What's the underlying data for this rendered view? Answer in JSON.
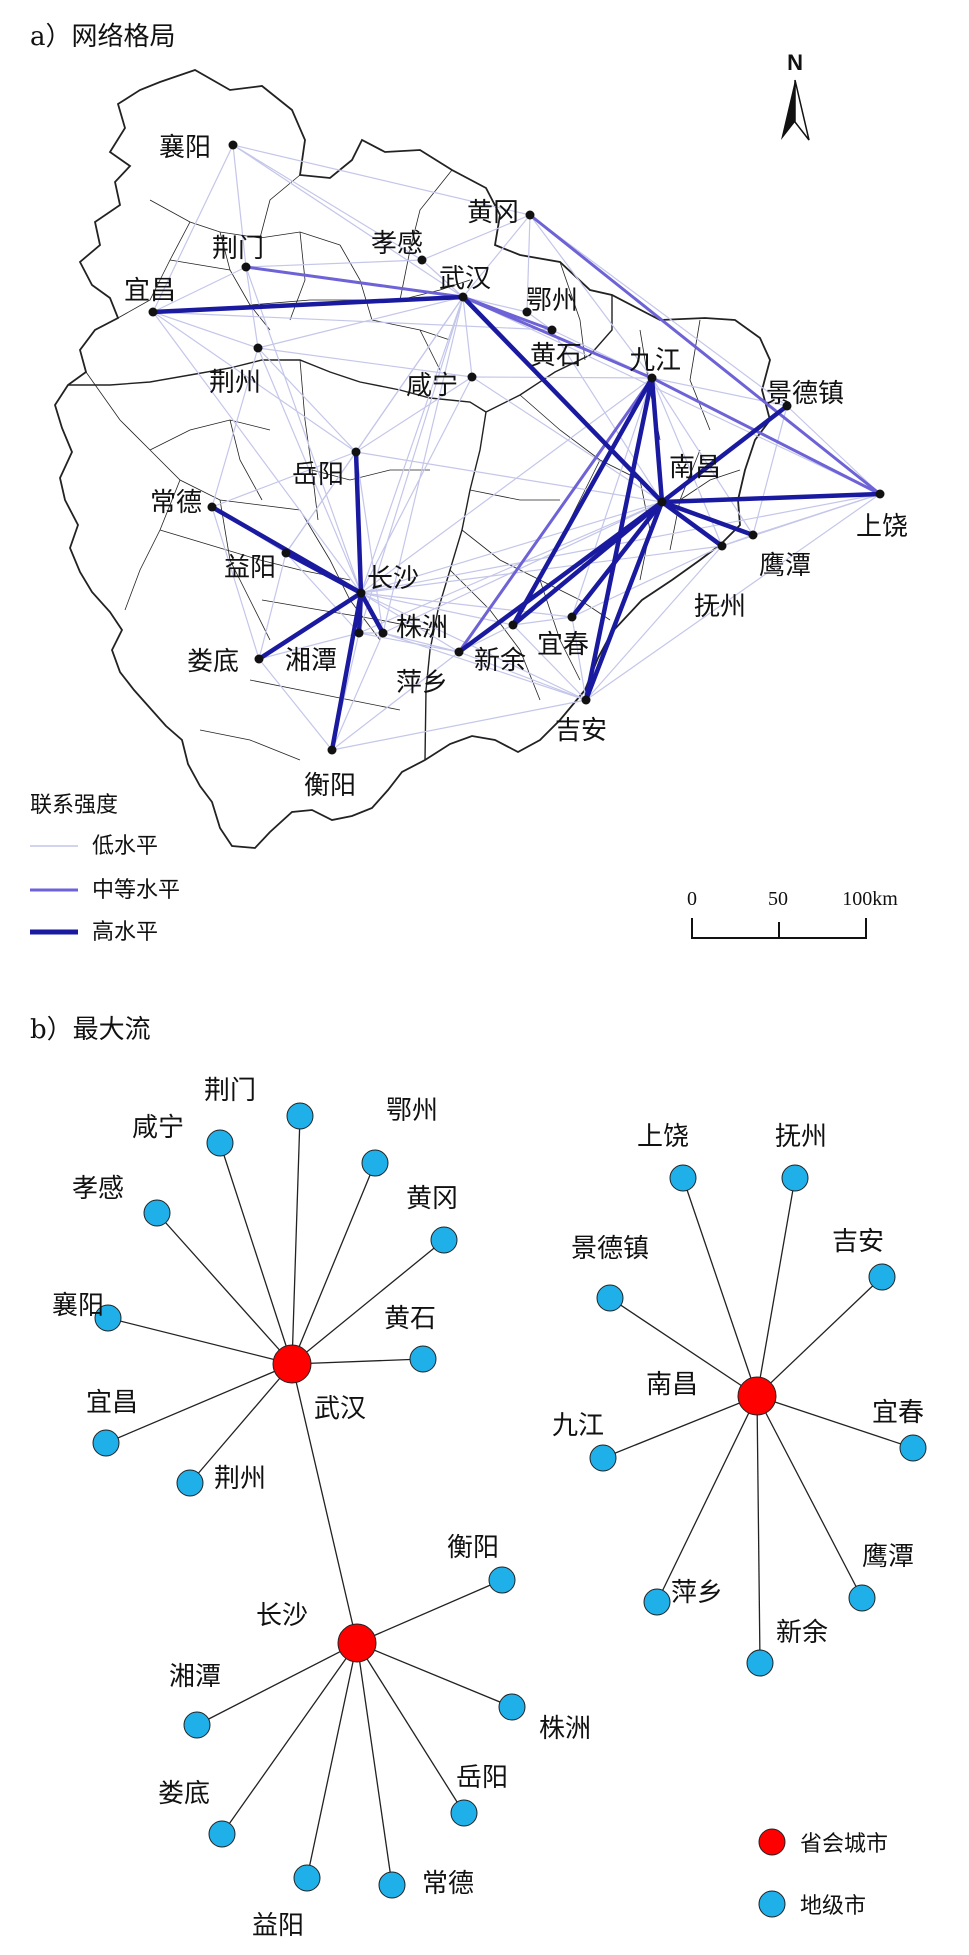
{
  "panel_a": {
    "title": "a）网络格局",
    "north": "N",
    "cities": [
      {
        "id": "xiangyang",
        "name": "襄阳"
      },
      {
        "id": "jingmen",
        "name": "荆门"
      },
      {
        "id": "xiaogan",
        "name": "孝感"
      },
      {
        "id": "huanggang",
        "name": "黄冈"
      },
      {
        "id": "wuhan",
        "name": "武汉"
      },
      {
        "id": "ezhou",
        "name": "鄂州"
      },
      {
        "id": "yichang",
        "name": "宜昌"
      },
      {
        "id": "huangshi",
        "name": "黄石"
      },
      {
        "id": "jiujiang",
        "name": "九江"
      },
      {
        "id": "jingzhou",
        "name": "荆州"
      },
      {
        "id": "xianning",
        "name": "咸宁"
      },
      {
        "id": "jingdezhen",
        "name": "景德镇"
      },
      {
        "id": "yueyang",
        "name": "岳阳"
      },
      {
        "id": "nanchang",
        "name": "南昌"
      },
      {
        "id": "changde",
        "name": "常德"
      },
      {
        "id": "shangrao",
        "name": "上饶"
      },
      {
        "id": "yiyang",
        "name": "益阳"
      },
      {
        "id": "changsha",
        "name": "长沙"
      },
      {
        "id": "yingtan",
        "name": "鹰潭"
      },
      {
        "id": "fuzhou",
        "name": "抚州"
      },
      {
        "id": "zhuzhou",
        "name": "株洲"
      },
      {
        "id": "yichun",
        "name": "宜春"
      },
      {
        "id": "loudi",
        "name": "娄底"
      },
      {
        "id": "xiangtan",
        "name": "湘潭"
      },
      {
        "id": "pingxiang",
        "name": "萍乡"
      },
      {
        "id": "xinyu",
        "name": "新余"
      },
      {
        "id": "jian",
        "name": "吉安"
      },
      {
        "id": "hengyang",
        "name": "衡阳"
      }
    ],
    "links": {
      "high": [
        [
          "yichang",
          "wuhan"
        ],
        [
          "wuhan",
          "nanchang"
        ],
        [
          "jiujiang",
          "nanchang"
        ],
        [
          "jiujiang",
          "jian"
        ],
        [
          "jiujiang",
          "xinyu"
        ],
        [
          "nanchang",
          "jingdezhen"
        ],
        [
          "nanchang",
          "shangrao"
        ],
        [
          "nanchang",
          "yingtan"
        ],
        [
          "nanchang",
          "fuzhou"
        ],
        [
          "nanchang",
          "yichun"
        ],
        [
          "nanchang",
          "xinyu"
        ],
        [
          "nanchang",
          "pingxiang"
        ],
        [
          "nanchang",
          "jian"
        ],
        [
          "changsha",
          "yueyang"
        ],
        [
          "changsha",
          "changde"
        ],
        [
          "changsha",
          "loudi"
        ],
        [
          "changsha",
          "hengyang"
        ],
        [
          "changsha",
          "zhuzhou"
        ],
        [
          "changsha",
          "xiangtan"
        ],
        [
          "changsha",
          "yiyang"
        ]
      ],
      "medium": [
        [
          "jingmen",
          "wuhan"
        ],
        [
          "wuhan",
          "huangshi"
        ],
        [
          "huanggang",
          "shangrao"
        ],
        [
          "jiujiang",
          "shangrao"
        ],
        [
          "wuhan",
          "jiujiang"
        ],
        [
          "jiujiang",
          "pingxiang"
        ]
      ],
      "low": [
        [
          "xiangyang",
          "wuhan"
        ],
        [
          "xiangyang",
          "huanggang"
        ],
        [
          "xiangyang",
          "jingmen"
        ],
        [
          "xiangyang",
          "yichang"
        ],
        [
          "xiangyang",
          "xiaogan"
        ],
        [
          "jingmen",
          "yichang"
        ],
        [
          "jingmen",
          "jingzhou"
        ],
        [
          "jingmen",
          "xiaogan"
        ],
        [
          "jingmen",
          "changsha"
        ],
        [
          "yichang",
          "jingzhou"
        ],
        [
          "yichang",
          "changsha"
        ],
        [
          "yichang",
          "huangshi"
        ],
        [
          "yichang",
          "yueyang"
        ],
        [
          "jingzhou",
          "wuhan"
        ],
        [
          "jingzhou",
          "changsha"
        ],
        [
          "jingzhou",
          "changde"
        ],
        [
          "jingzhou",
          "yueyang"
        ],
        [
          "jingzhou",
          "xianning"
        ],
        [
          "xiaogan",
          "wuhan"
        ],
        [
          "xiaogan",
          "huanggang"
        ],
        [
          "huanggang",
          "wuhan"
        ],
        [
          "huanggang",
          "ezhou"
        ],
        [
          "huanggang",
          "jiujiang"
        ],
        [
          "huanggang",
          "jingdezhen"
        ],
        [
          "ezhou",
          "wuhan"
        ],
        [
          "ezhou",
          "huangshi"
        ],
        [
          "huangshi",
          "jiujiang"
        ],
        [
          "huangshi",
          "nanchang"
        ],
        [
          "wuhan",
          "xianning"
        ],
        [
          "wuhan",
          "yueyang"
        ],
        [
          "wuhan",
          "changsha"
        ],
        [
          "wuhan",
          "zhuzhou"
        ],
        [
          "wuhan",
          "xiangtan"
        ],
        [
          "wuhan",
          "shangrao"
        ],
        [
          "wuhan",
          "yiyang"
        ],
        [
          "xianning",
          "nanchang"
        ],
        [
          "xianning",
          "yueyang"
        ],
        [
          "xianning",
          "changsha"
        ],
        [
          "xianning",
          "jiujiang"
        ],
        [
          "jiujiang",
          "jingdezhen"
        ],
        [
          "jiujiang",
          "yingtan"
        ],
        [
          "jiujiang",
          "fuzhou"
        ],
        [
          "jiujiang",
          "yichun"
        ],
        [
          "jiujiang",
          "changsha"
        ],
        [
          "jingdezhen",
          "shangrao"
        ],
        [
          "jingdezhen",
          "yingtan"
        ],
        [
          "shangrao",
          "yingtan"
        ],
        [
          "shangrao",
          "fuzhou"
        ],
        [
          "shangrao",
          "jian"
        ],
        [
          "yingtan",
          "fuzhou"
        ],
        [
          "fuzhou",
          "jian"
        ],
        [
          "fuzhou",
          "yichun"
        ],
        [
          "yichun",
          "xinyu"
        ],
        [
          "yichun",
          "jian"
        ],
        [
          "xinyu",
          "jian"
        ],
        [
          "pingxiang",
          "xinyu"
        ],
        [
          "pingxiang",
          "jian"
        ],
        [
          "pingxiang",
          "zhuzhou"
        ],
        [
          "pingxiang",
          "changsha"
        ],
        [
          "pingxiang",
          "xiangtan"
        ],
        [
          "pingxiang",
          "hengyang"
        ],
        [
          "yichun",
          "changsha"
        ],
        [
          "jian",
          "hengyang"
        ],
        [
          "jian",
          "changsha"
        ],
        [
          "nanchang",
          "changsha"
        ],
        [
          "nanchang",
          "zhuzhou"
        ],
        [
          "nanchang",
          "yueyang"
        ],
        [
          "nanchang",
          "xiangtan"
        ],
        [
          "yueyang",
          "changde"
        ],
        [
          "yueyang",
          "yiyang"
        ],
        [
          "yueyang",
          "zhuzhou"
        ],
        [
          "changde",
          "yiyang"
        ],
        [
          "changde",
          "loudi"
        ],
        [
          "yiyang",
          "loudi"
        ],
        [
          "yiyang",
          "xiangtan"
        ],
        [
          "loudi",
          "xiangtan"
        ],
        [
          "loudi",
          "hengyang"
        ],
        [
          "xiangtan",
          "zhuzhou"
        ],
        [
          "xiangtan",
          "hengyang"
        ],
        [
          "zhuzhou",
          "hengyang"
        ],
        [
          "changsha",
          "xinyu"
        ],
        [
          "changsha",
          "fuzhou"
        ],
        [
          "changsha",
          "shangrao"
        ],
        [
          "zhuzhou",
          "jian"
        ]
      ]
    },
    "colors": {
      "low": "#c4c6ea",
      "medium": "#6e63d6",
      "high": "#1a1aa0",
      "boundary": "#222222"
    },
    "legend": {
      "title": "联系强度",
      "low": "低水平",
      "medium": "中等水平",
      "high": "高水平"
    },
    "scale": {
      "ticks": [
        "0",
        "50",
        "100km"
      ]
    }
  },
  "panel_b": {
    "title": "b）最大流",
    "colors": {
      "provincial": "#ff0000",
      "prefecture": "#1fb0ea"
    },
    "hubs": [
      {
        "id": "wuhan",
        "name": "武汉",
        "spokes": [
          "咸宁",
          "荆门",
          "鄂州",
          "黄冈",
          "孝感",
          "黄石",
          "襄阳",
          "宜昌",
          "荆州"
        ]
      },
      {
        "id": "changsha",
        "name": "长沙",
        "spokes": [
          "衡阳",
          "湘潭",
          "株洲",
          "娄底",
          "岳阳",
          "益阳",
          "常德"
        ]
      },
      {
        "id": "nanchang",
        "name": "南昌",
        "spokes": [
          "上饶",
          "抚州",
          "景德镇",
          "吉安",
          "九江",
          "宜春",
          "萍乡",
          "鹰潭",
          "新余"
        ]
      }
    ],
    "hub_links": [
      [
        "wuhan",
        "changsha"
      ]
    ],
    "legend": {
      "provincial": "省会城市",
      "prefecture": "地级市"
    }
  }
}
